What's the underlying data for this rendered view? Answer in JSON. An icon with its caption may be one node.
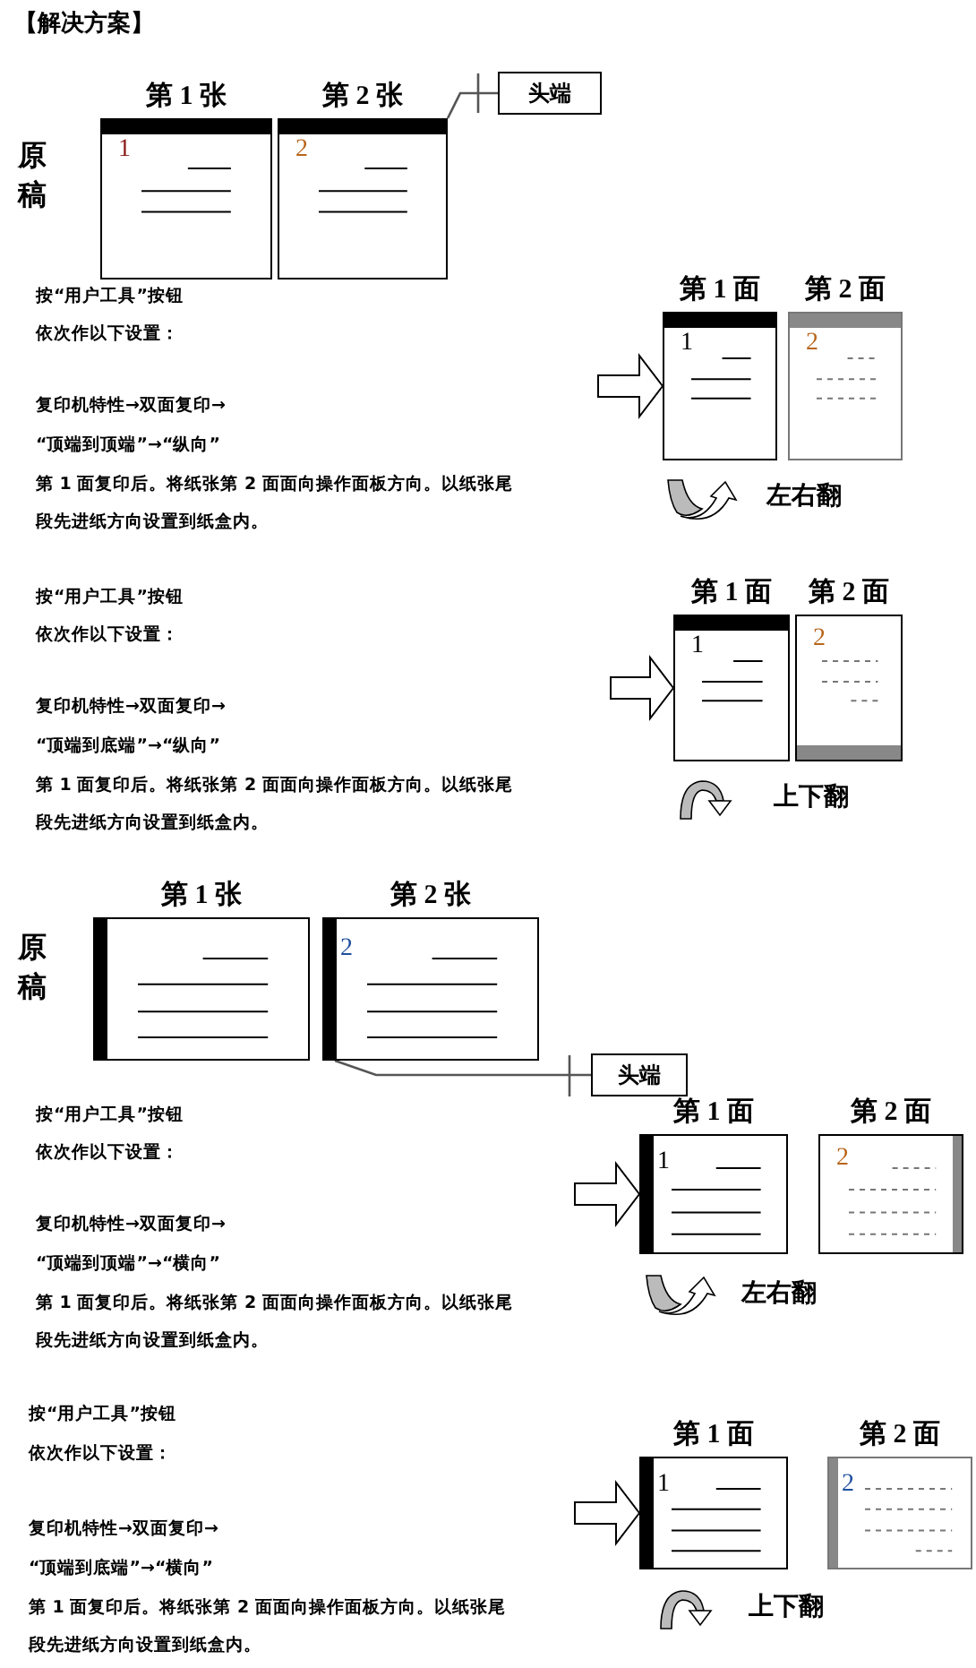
{
  "diagram": {
    "title": "【解决方案】",
    "nodes": [
      {
        "text": [
          "第 1 张",
          "1"
        ]
      },
      {
        "text": [
          "第 2 张",
          "2"
        ]
      },
      {
        "text": [
          "头端"
        ]
      },
      {
        "text": [
          "第 1 面",
          "1"
        ]
      },
      {
        "text": [
          "第 2 面",
          "2"
        ]
      },
      {
        "text": [
          "第 1 面",
          "1"
        ]
      },
      {
        "text": [
          "第 2 面",
          "2"
        ]
      },
      {
        "text": [
          "第 1 张"
        ]
      },
      {
        "text": [
          "第 2 张",
          "2"
        ]
      },
      {
        "text": [
          "头端"
        ]
      },
      {
        "text": [
          "第 1 面",
          "1"
        ]
      },
      {
        "text": [
          "第 2 面",
          "2"
        ]
      },
      {
        "text": [
          "第 1 面",
          "1"
        ]
      },
      {
        "text": [
          "第 2 面",
          "2"
        ]
      }
    ],
    "edges": [
      {
        "from": 2,
        "to": 1,
        "arrow": "none"
      },
      {
        "from": null,
        "to": 3,
        "arrow": "to"
      },
      {
        "from": null,
        "to": 5,
        "arrow": "to"
      },
      {
        "from": 9,
        "to": 8,
        "arrow": "none"
      },
      {
        "from": null,
        "to": 10,
        "arrow": "to"
      },
      {
        "from": null,
        "to": 12,
        "arrow": "to"
      }
    ],
    "labels": [
      "原稿",
      "按“用户工具”按钮",
      "依次作以下设置：",
      "复印机特性→双面复印→",
      "“顶端到顶端”→“纵向”",
      "第 1 面复印后。将纸张第 2 面面向操作面板方向。以纸张尾段先进纸方向设置到纸盒内。",
      "左右翻",
      "按“用户工具”按钮",
      "依次作以下设置：",
      "复印机特性→双面复印→",
      "“顶端到底端”→“纵向”",
      "第 1 面复印后。将纸张第 2 面面向操作面板方向。以纸张尾段先进纸方向设置到纸盒内。",
      "上下翻",
      "原稿",
      "按“用户工具”按钮",
      "依次作以下设置：",
      "复印机特性→双面复印→",
      "“顶端到顶端”→“横向”",
      "第 1 面复印后。将纸张第 2 面面向操作面板方向。以纸张尾段先进纸方向设置到纸盒内。",
      "左右翻",
      "按“用户工具”按钮",
      "依次作以下设置：",
      "复印机特性→双面复印→",
      "“顶端到底端”→“横向”",
      "第 1 面复印后。将纸张第 2 面面向操作面板方向。以纸张尾段先进纸方向设置到纸盒内。",
      "上下翻"
    ]
  }
}
